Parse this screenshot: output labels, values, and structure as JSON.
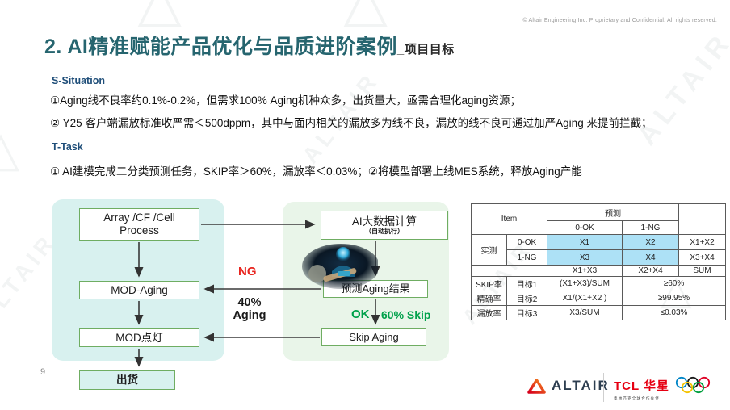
{
  "meta": {
    "copyright": "© Altair Engineering Inc. Proprietary and Confidential. All rights reserved."
  },
  "title": {
    "main": "2. AI精准赋能产品优化与品质进阶案例",
    "suffix": "_项目目标"
  },
  "situation": {
    "header": "S-Situation",
    "line1": "①Aging线不良率约0.1%-0.2%，但需求100% Aging机种众多，出货量大，亟需合理化aging资源；",
    "line2": "② Y25 客户端漏放标准收严需＜500dppm，其中与面内相关的漏放多为线不良，漏放的线不良可通过加严Aging 来提前拦截；"
  },
  "task": {
    "header": "T-Task",
    "line1": "① AI建模完成二分类预测任务，SKIP率＞60%，漏放率＜0.03%；②将模型部署上线MES系统，释放Aging产能"
  },
  "flowchart": {
    "array_box_line1": "Array /CF /Cell",
    "array_box_line2": "Process",
    "ai_box_line1": "AI大数据计算",
    "ai_box_line2": "（自动执行）",
    "mod_aging_box": "MOD-Aging",
    "predict_box": "预测Aging结果",
    "mod_light_box": "MOD点灯",
    "skip_box": "Skip Aging",
    "ship_box": "出货",
    "labels": {
      "ng": "NG",
      "aging_pct_line1": "40%",
      "aging_pct_line2": "Aging",
      "ok": "OK",
      "skip_pct": "60% Skip"
    }
  },
  "table": {
    "item_label": "Item",
    "pred_label": "预测",
    "col_ok": "0-OK",
    "col_ng": "1-NG",
    "actual_label": "实测",
    "row_ok_label": "0-OK",
    "row_ng_label": "1-NG",
    "x1": "X1",
    "x2": "X2",
    "x1x2": "X1+X2",
    "x3": "X3",
    "x4": "X4",
    "x3x4": "X3+X4",
    "sum_x1x3": "X1+X3",
    "sum_x2x4": "X2+X4",
    "sum_label": "SUM",
    "metrics": [
      {
        "name": "SKIP率",
        "goal": "目标1",
        "formula": "(X1+X3)/SUM",
        "target": "≥60%"
      },
      {
        "name": "精确率",
        "goal": "目标2",
        "formula": "X1/(X1+X2 )",
        "target": "≥99.95%"
      },
      {
        "name": "漏放率",
        "goal": "目标3",
        "formula": "X3/SUM",
        "target": "≤0.03%"
      }
    ]
  },
  "footer": {
    "page_number": "9",
    "altair_logo_text": "ALTAIR",
    "tcl_logo_text": "TCL 华星",
    "tcl_tagline": "奥林匹克全球合作伙伴"
  },
  "watermark": {
    "text": "ALTAIR",
    "glyph": "△"
  },
  "colors": {
    "title_teal": "#26656f",
    "section_blue": "#1f4e79",
    "ng_red": "#e8251f",
    "ok_green": "#00a14b",
    "box_border_green": "#6fad62",
    "panel_cyan": "#d8f1ef",
    "panel_green": "#e9f5e9",
    "table_highlight_blue": "#ade1f6"
  }
}
